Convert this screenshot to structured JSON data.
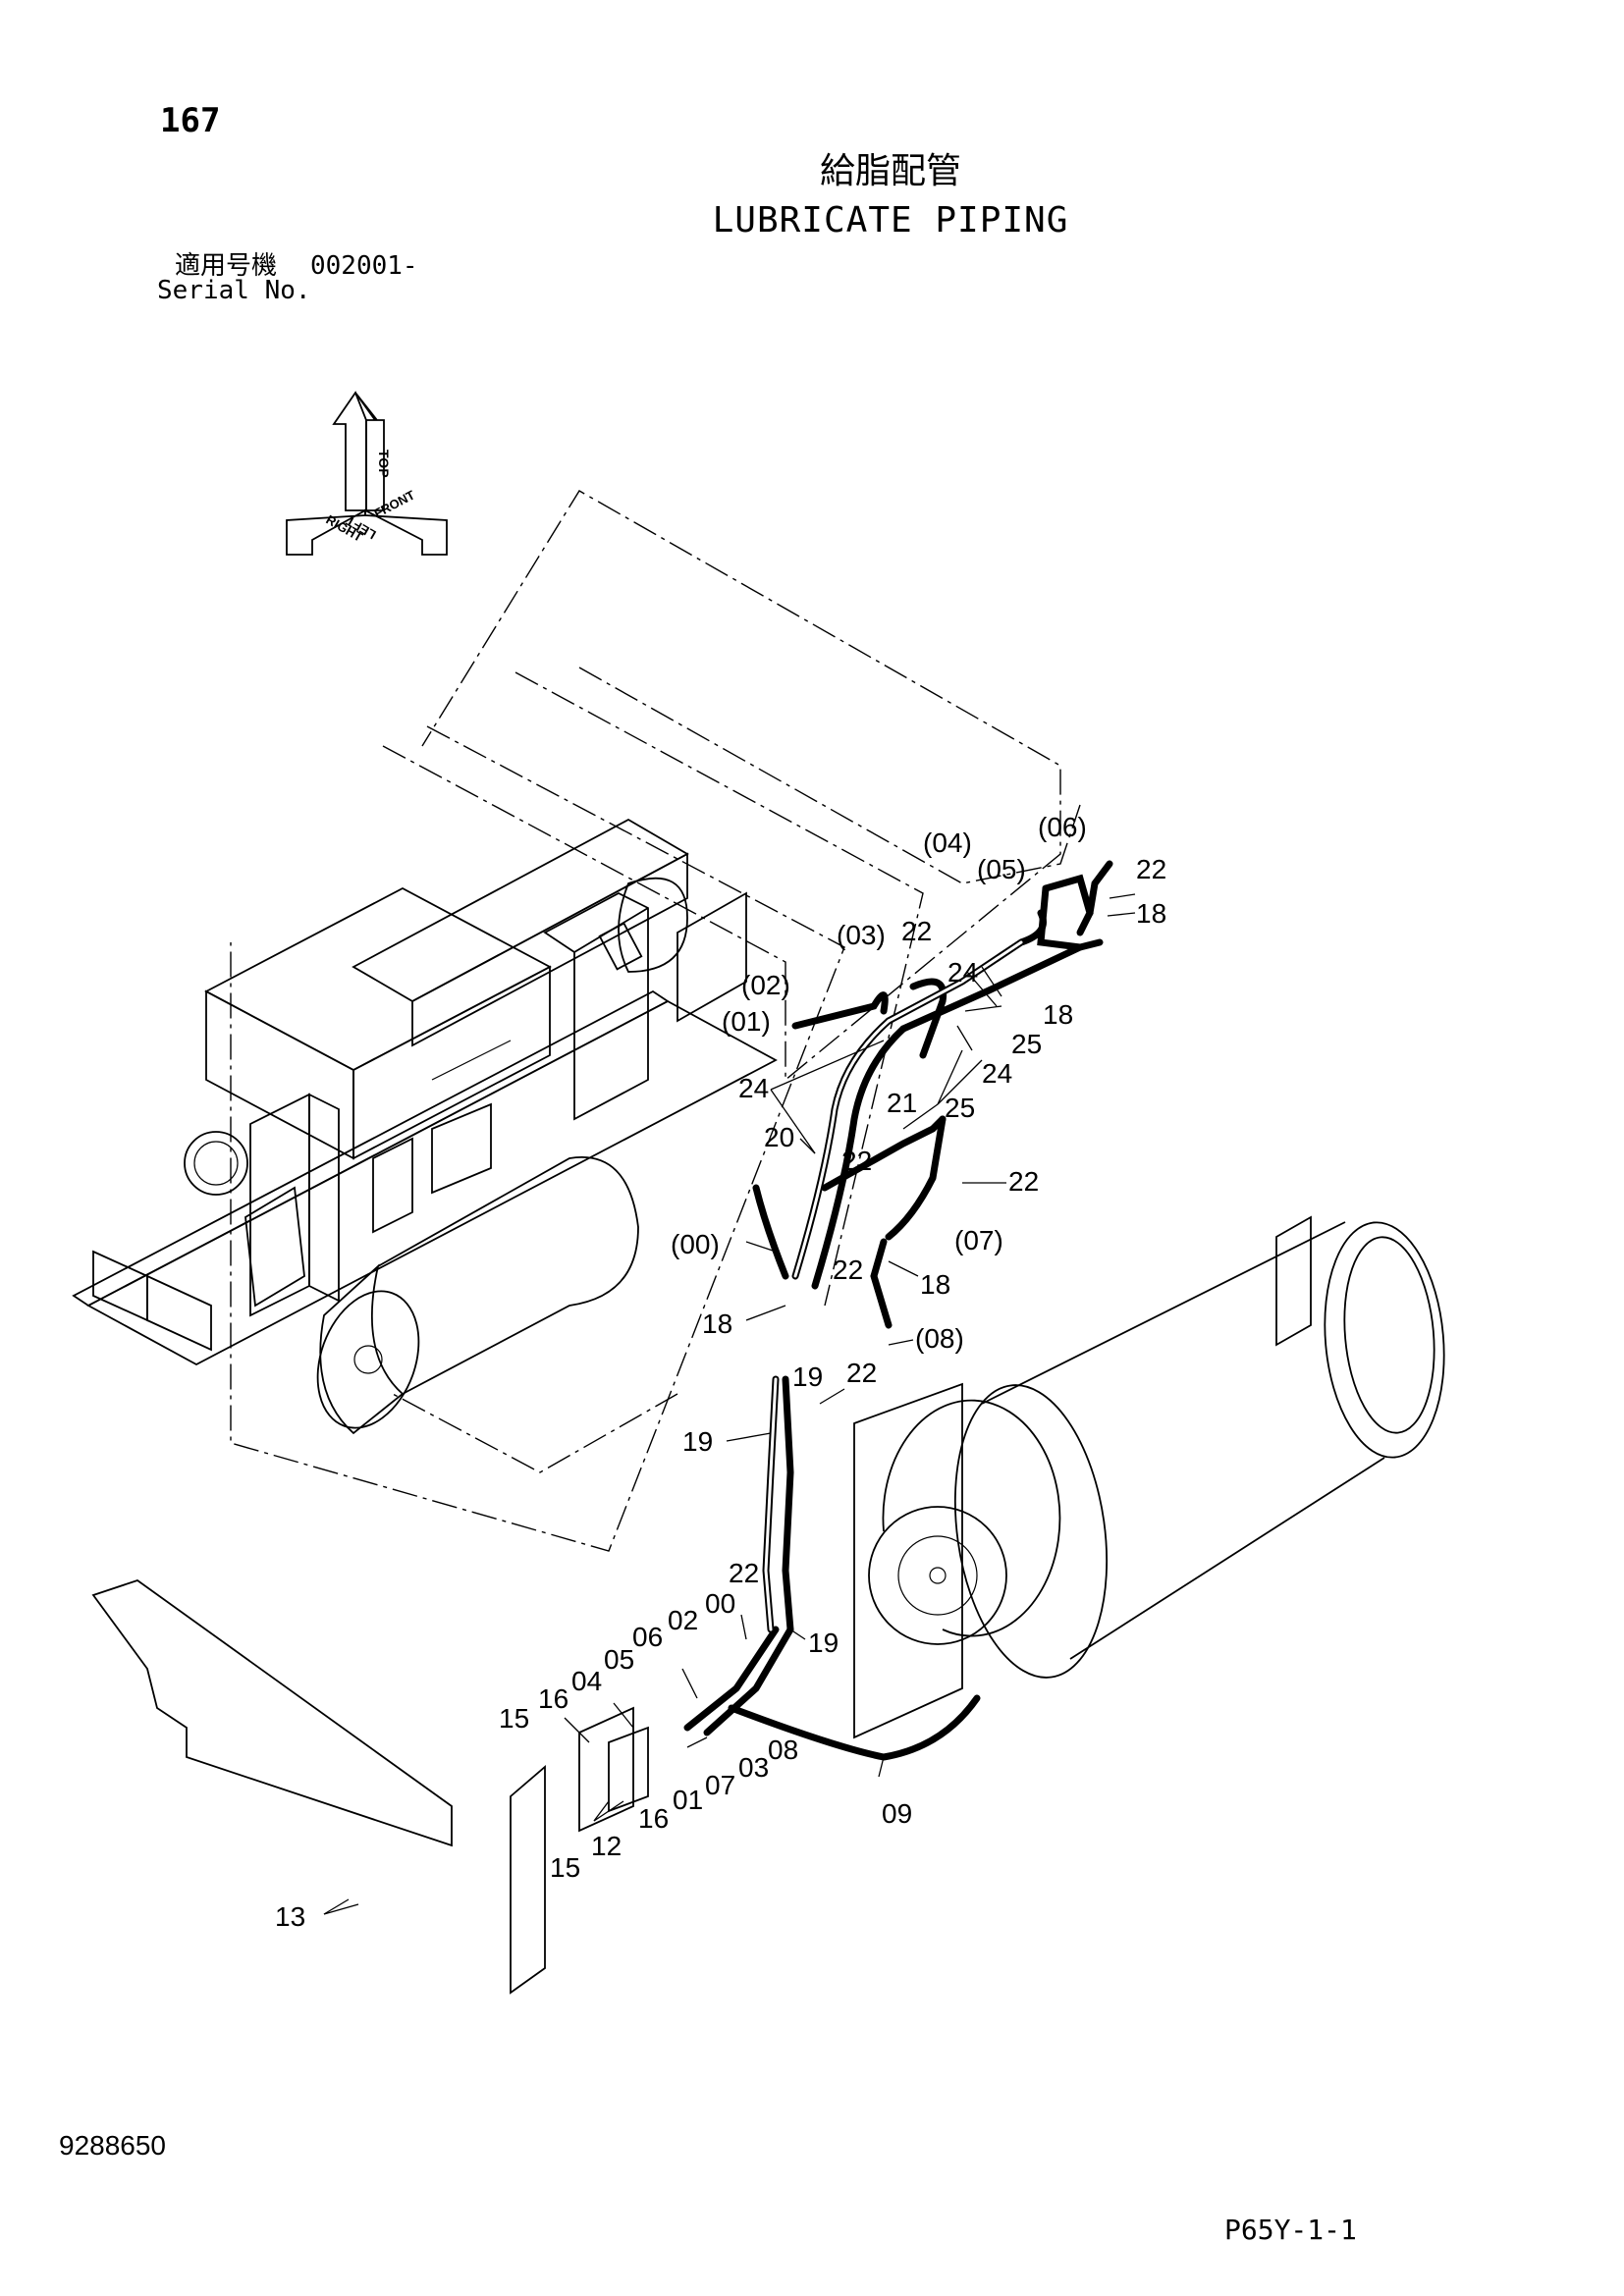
{
  "header": {
    "page_number": "167",
    "title_jp": "給脂配管",
    "title_en": "LUBRICATE PIPING",
    "serial_label_jp": "適用号機",
    "serial_range": "002001-",
    "serial_label_en": "Serial No."
  },
  "orientation": {
    "top": "TOP",
    "front": "FRONT",
    "right": "RIGHT",
    "left": "LEFT"
  },
  "callouts": {
    "c04p": "(04)",
    "c06p": "(06)",
    "c05p": "(05)",
    "c22a": "22",
    "c18a": "18",
    "c03p": "(03)",
    "c22b": "22",
    "c24a": "24",
    "c02p": "(02)",
    "c18b": "18",
    "c01p": "(01)",
    "c25a": "25",
    "c24b": "24",
    "c24c": "24",
    "c21": "21",
    "c25b": "25",
    "c20": "20",
    "c22c": "22",
    "c22d": "22",
    "c00p": "(00)",
    "c22e": "22",
    "c07p": "(07)",
    "c18c": "18",
    "c18d": "18",
    "c08p": "(08)",
    "c19a": "19",
    "c22f": "22",
    "c19b": "19",
    "c22g": "22",
    "c00": "00",
    "c02": "02",
    "c06": "06",
    "c19c": "19",
    "c05": "05",
    "c04": "04",
    "c16a": "16",
    "c15a": "15",
    "c08": "08",
    "c03": "03",
    "c07": "07",
    "c01": "01",
    "c16b": "16",
    "c12": "12",
    "c09": "09",
    "c15b": "15",
    "c13": "13"
  },
  "footer": {
    "doc_number": "9288650",
    "page_code": "P65Y-1-1"
  }
}
